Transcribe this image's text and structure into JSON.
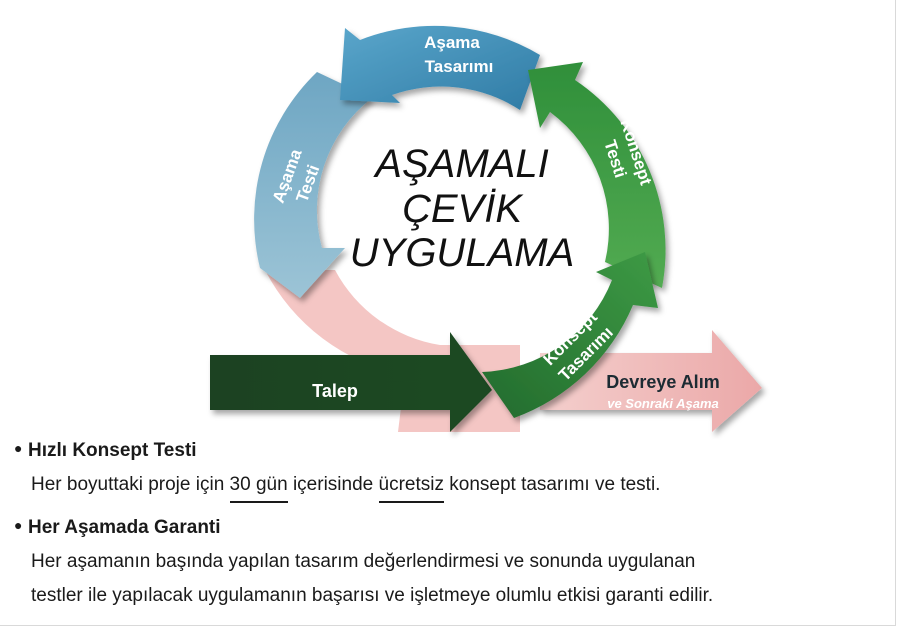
{
  "diagram": {
    "center_title": [
      "AŞAMALI",
      "ÇEVİK",
      "UYGULAMA"
    ],
    "segments": {
      "asama_tasarimi": [
        "Aşama",
        "Tasarımı"
      ],
      "konsept_testi": [
        "Konsept",
        "Testi"
      ],
      "asama_testi": [
        "Aşama",
        "Testi"
      ],
      "konsept_tasarimi": [
        "Konsept",
        "Tasarımı"
      ],
      "talep": "Talep",
      "devreye_alim": "Devreye Alım",
      "sonraki_asama": "ve Sonraki Aşama"
    },
    "colors": {
      "blue": "#4a97bd",
      "light_blue": "#86b4ca",
      "green": "#3c9a45",
      "dark_green": "#1e4d25",
      "pink": "#f1b7b6"
    }
  },
  "bullets": [
    {
      "title": "Hızlı Konsept Testi",
      "line1": {
        "pre": "Her boyuttaki proje için ",
        "u1": "30 gün",
        "mid": " içerisinde ",
        "u2": "ücretsiz",
        "post": " konsept tasarımı ve testi."
      }
    },
    {
      "title": "Her Aşamada Garanti",
      "line1": "Her aşamanın başında yapılan tasarım değerlendirmesi ve sonunda uygulanan",
      "line2": "testler ile yapılacak uygulamanın başarısı ve işletmeye olumlu etkisi garanti edilir."
    }
  ]
}
